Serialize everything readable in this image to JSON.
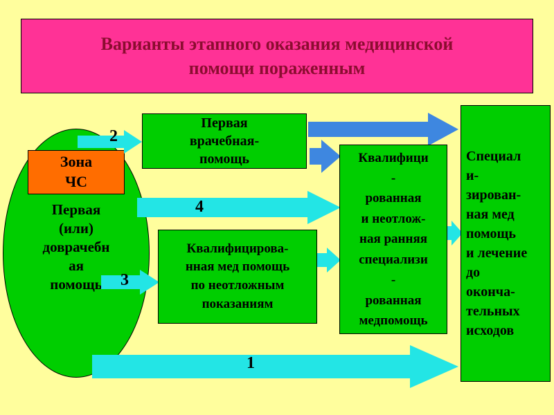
{
  "title": "Варианты этапного оказания медицинской\nпомощи пораженным",
  "nodes": {
    "zone": "Зона\nЧС",
    "pre_medical": "Первая\n(или)\nдоврачебн\nая\nпомощь",
    "first_physician": "Первая\nврачебная-\nпомощь",
    "qualified_urgent": "Квалифицирова-\nнная мед помощь\nпо неотложным\nпоказаниям",
    "qualified_specialized": "Квалифици\n-\nрованная\nи неотлож-\nная ранняя\nспециализи\n-\nрованная\nмедпомощь",
    "specialized_final": "Специал\nи-\nзирован-\nная мед\nпомощь\nи лечение\nдо\nоконча-\nтельных\nисходов"
  },
  "arrow_labels": {
    "route1": "1",
    "route2": "2",
    "route3": "3",
    "route4": "4"
  },
  "colors": {
    "background": "#FFFE9D",
    "title_fill": "#FF3296",
    "title_text": "#8B0D30",
    "node_green": "#00CE00",
    "zone_orange": "#FF6D00",
    "arrow_cyan": "#23E5E5",
    "arrow_blue": "#3E87E0",
    "text_black": "#000000"
  }
}
